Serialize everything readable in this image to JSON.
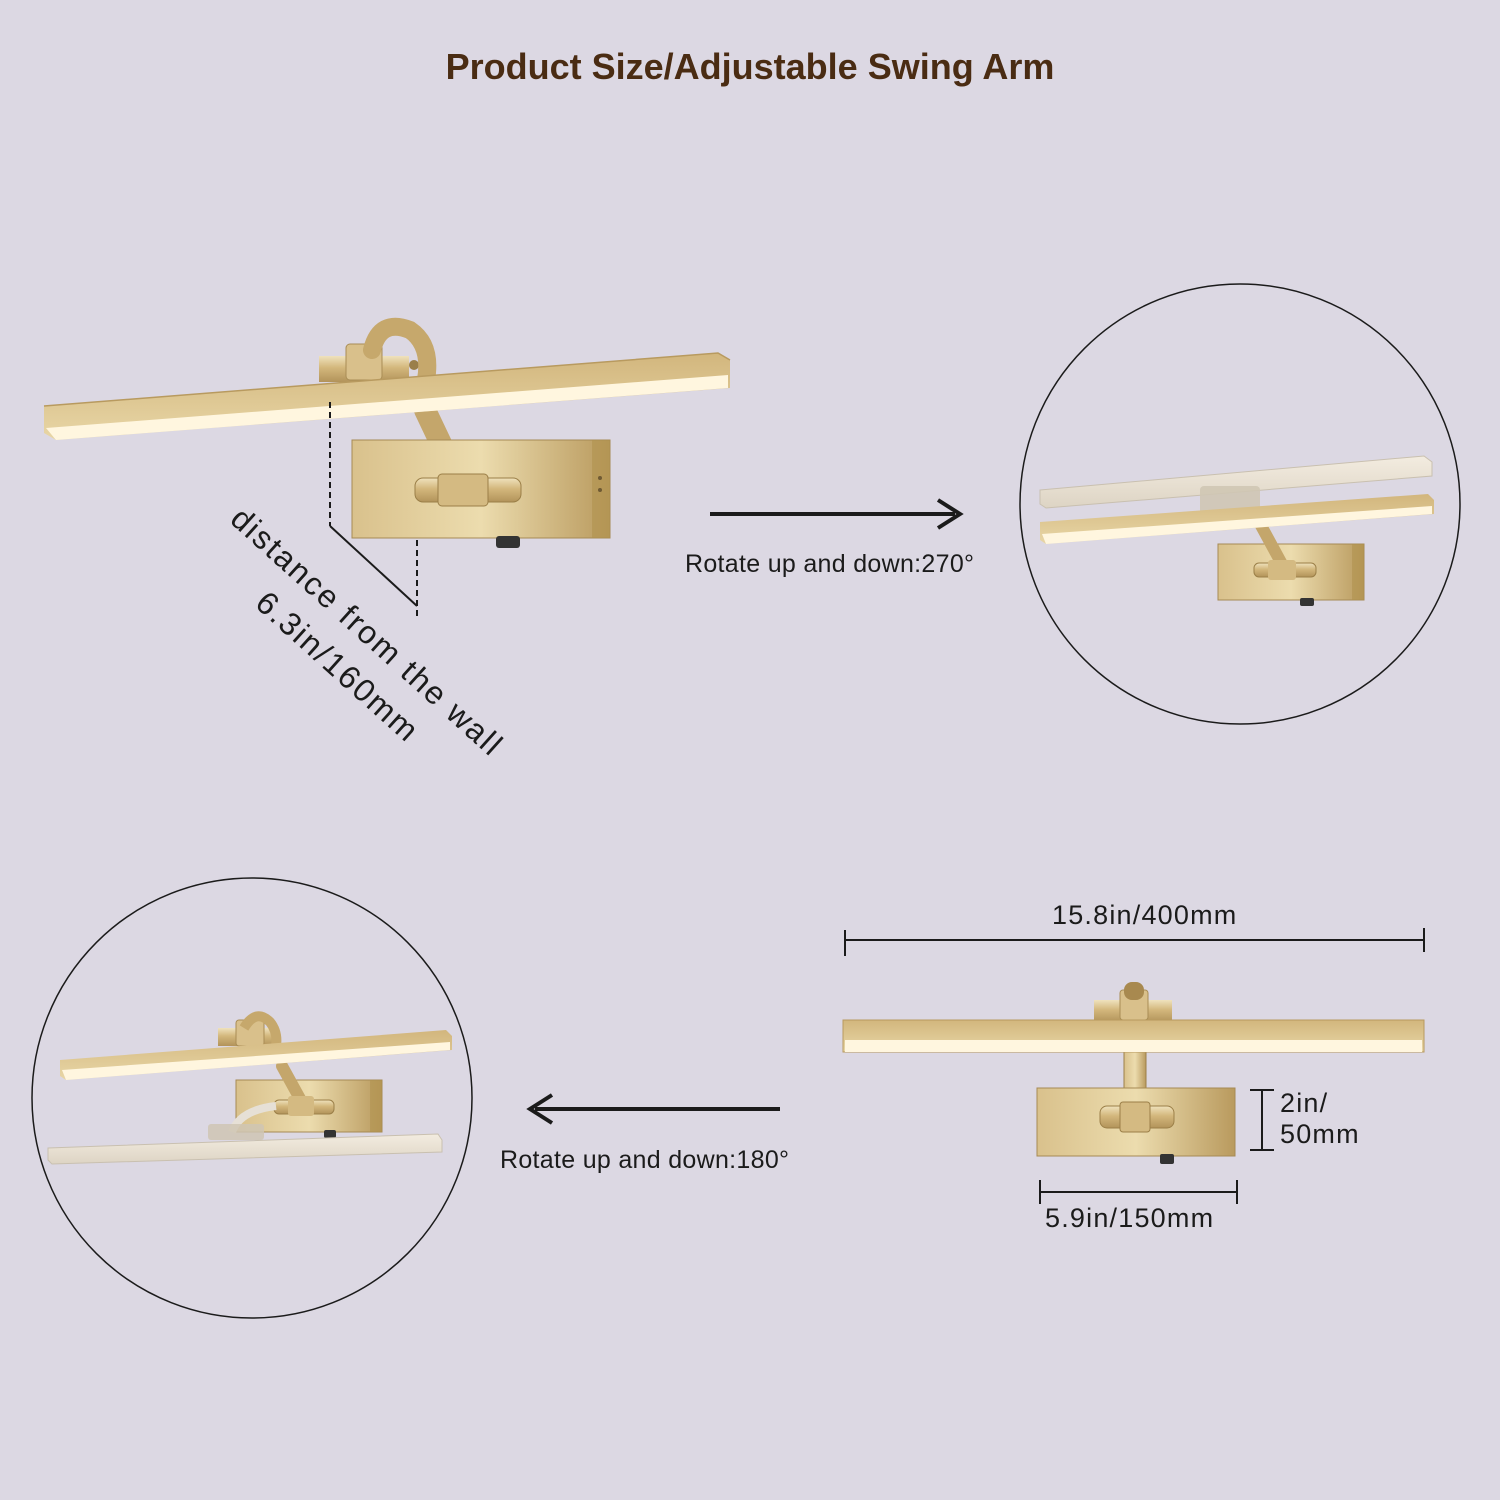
{
  "header": {
    "title": "Product Size/Adjustable Swing Arm"
  },
  "labels": {
    "rotate_up": "Rotate up and down:270°",
    "rotate_down": "Rotate up and down:180°",
    "wall_distance_caption": "distance from the wall",
    "wall_distance_value": "6.3in/160mm",
    "bar_length": "15.8in/400mm",
    "base_height_line1": "2in/",
    "base_height_line2": "50mm",
    "base_width": "5.9in/150mm"
  },
  "colors": {
    "background": "#dcd8e3",
    "title": "#4a2c13",
    "brass": "#c9ab6e",
    "brass_light": "#eee0b8",
    "led_glow": "#fff6df",
    "line": "#1b1b1b"
  }
}
